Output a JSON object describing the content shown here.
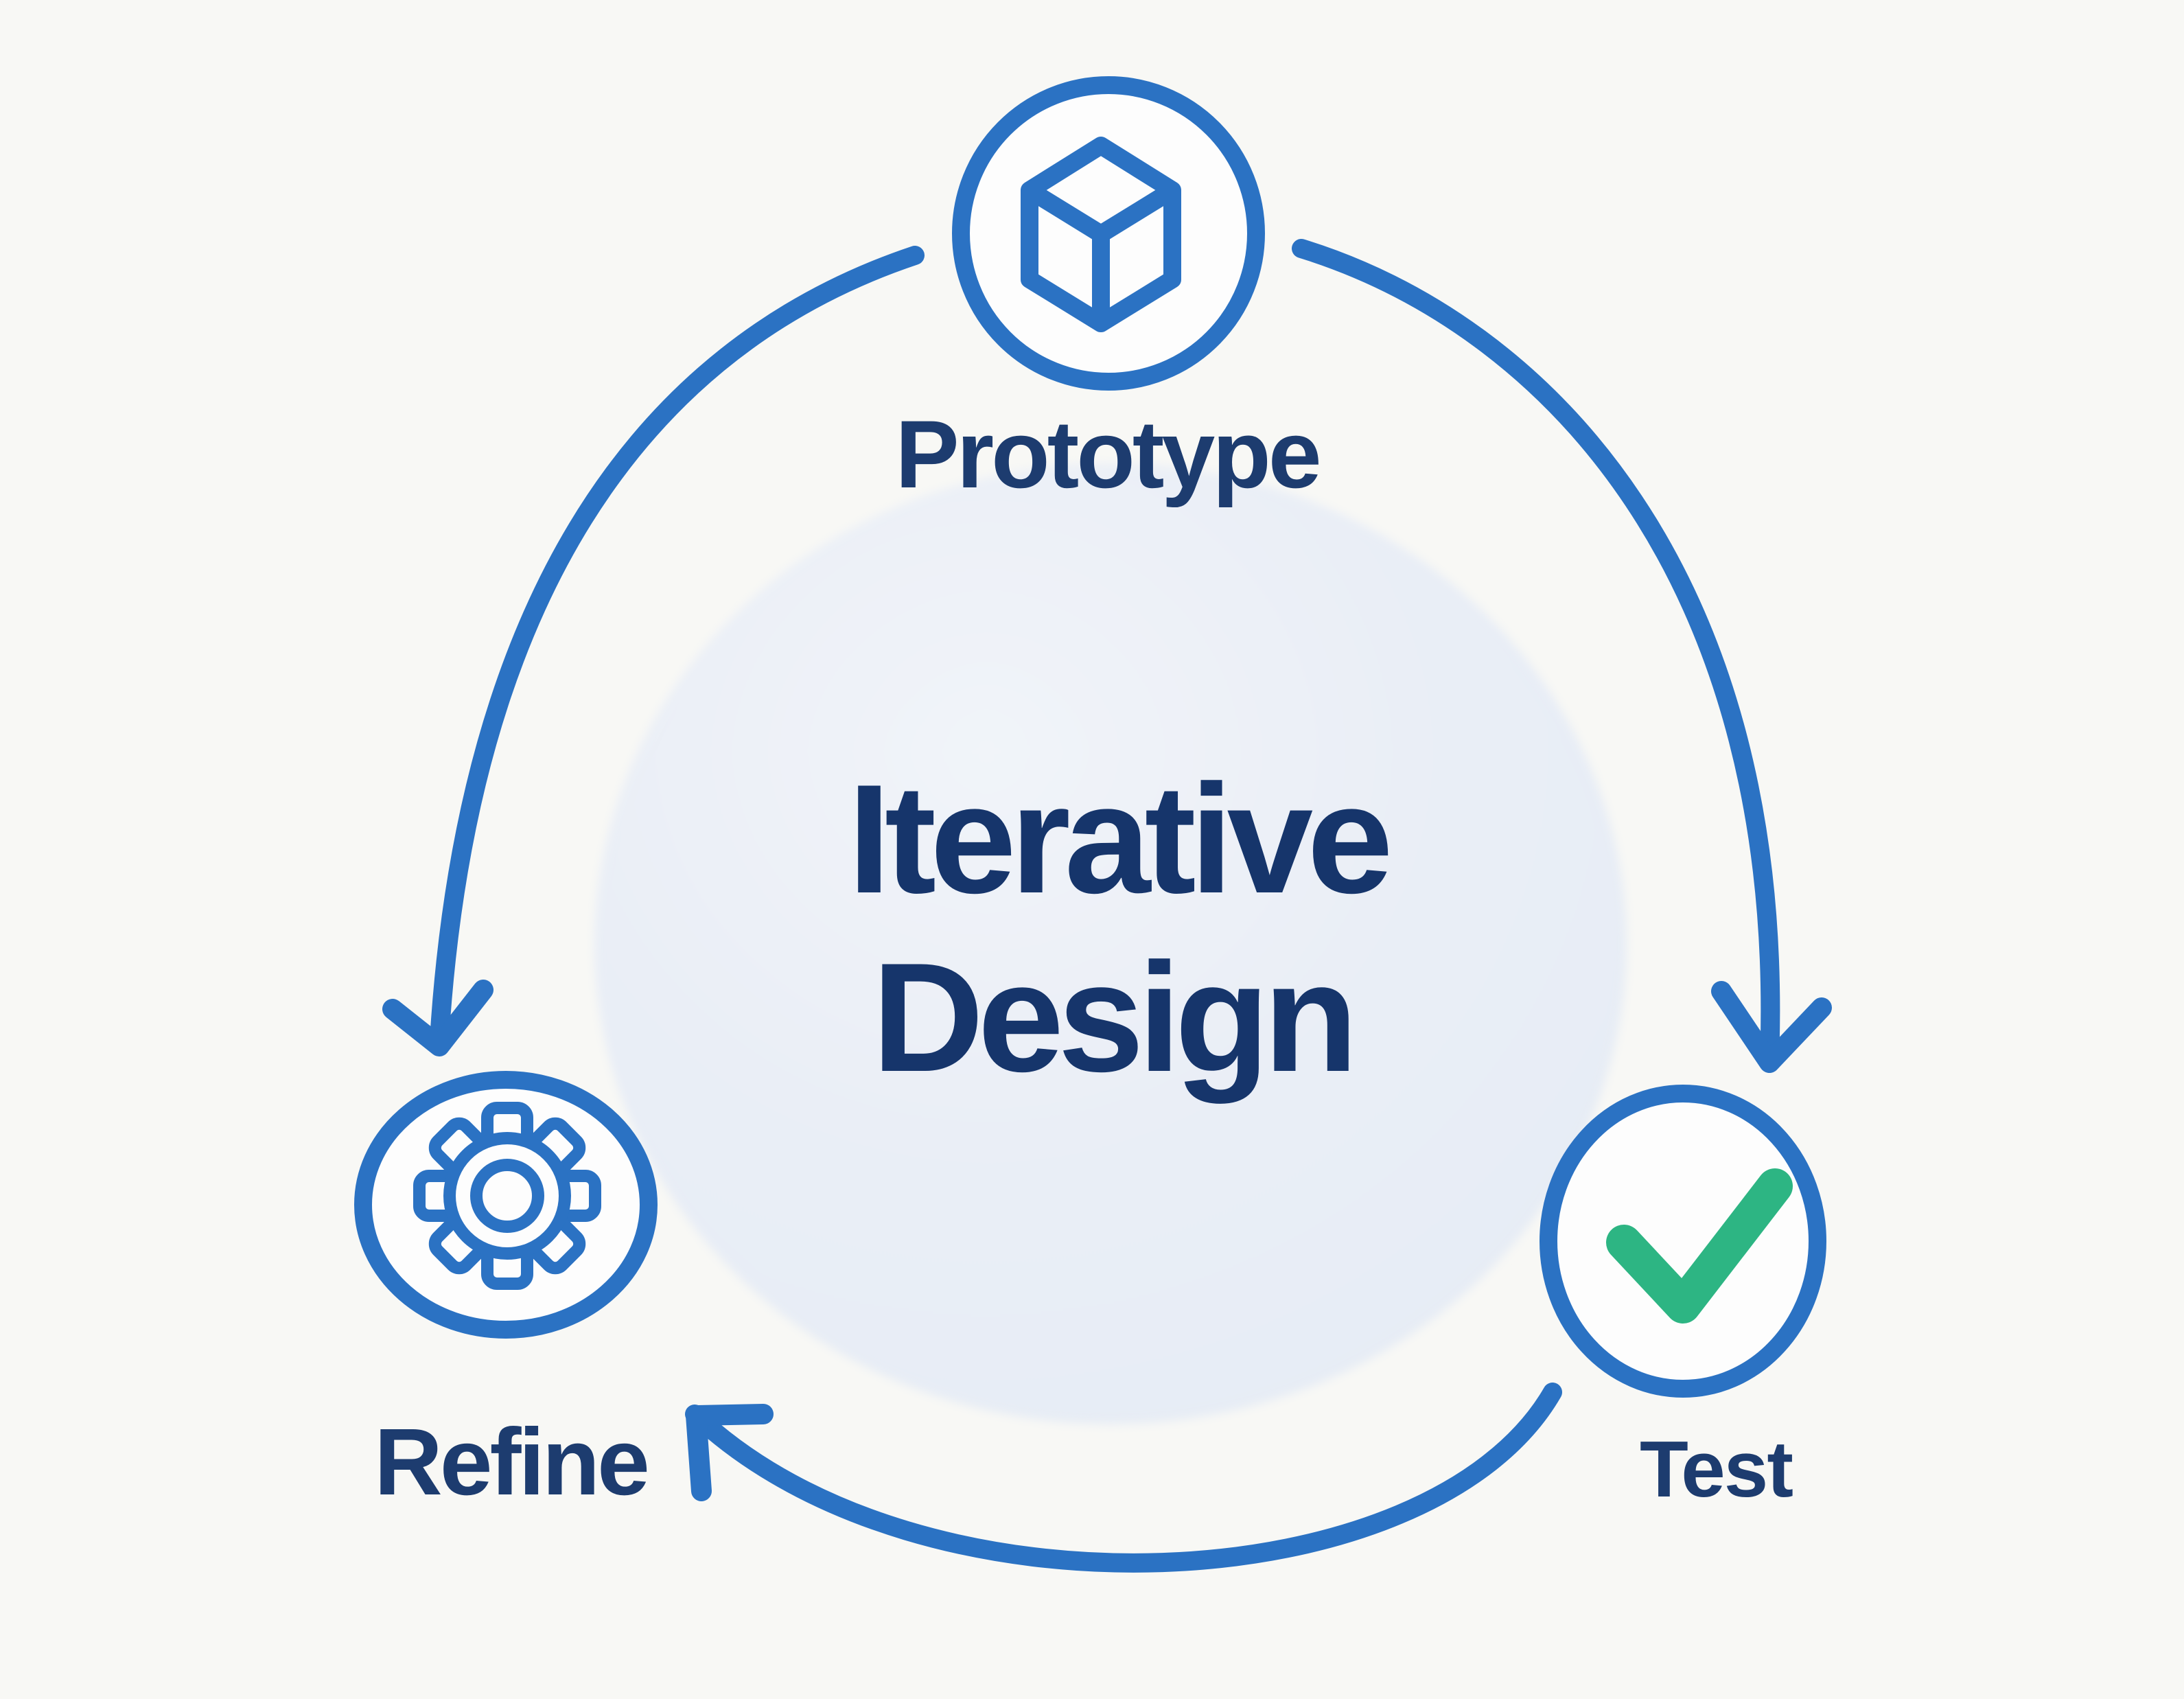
{
  "diagram": {
    "title": {
      "line1": "Iterative",
      "line2": "Design"
    },
    "nodes": [
      {
        "id": "prototype",
        "label": "Prototype",
        "icon": "cube-icon",
        "position": "top"
      },
      {
        "id": "test",
        "label": "Test",
        "icon": "checkmark-icon",
        "position": "bottom-right"
      },
      {
        "id": "refine",
        "label": "Refine",
        "icon": "gear-icon",
        "position": "bottom-left"
      }
    ],
    "arrows": [
      {
        "from": "prototype",
        "to": "refine",
        "side": "left"
      },
      {
        "from": "prototype",
        "to": "test",
        "side": "right"
      },
      {
        "from": "test",
        "to": "refine",
        "side": "bottom"
      }
    ],
    "colors": {
      "background": "#f8f8f5",
      "accent_blue": "#2b72c3",
      "label_navy": "#1d3c6f",
      "title_navy": "#16356b",
      "check_green": "#2db583",
      "center_fill": "#e8edf5",
      "node_fill": "#fdfdfd"
    }
  }
}
